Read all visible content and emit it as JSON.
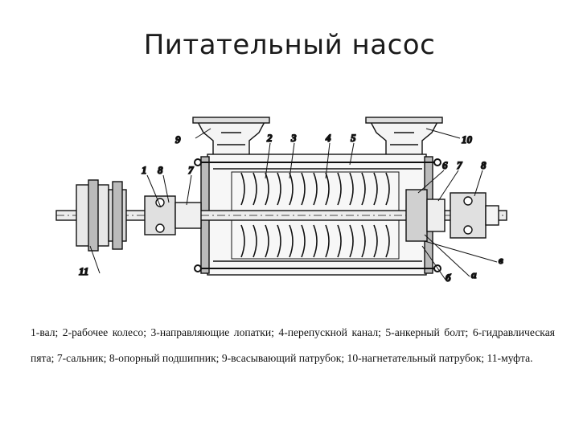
{
  "slide": {
    "title": "Питательный насос"
  },
  "callouts": {
    "n1": "1",
    "n2": "2",
    "n3": "3",
    "n4": "4",
    "n5": "5",
    "n6": "6",
    "n7a": "7",
    "n7b": "7",
    "n8a": "8",
    "n8b": "8",
    "n9": "9",
    "n10": "10",
    "n11": "11",
    "a": "а",
    "b": "б",
    "v": "в"
  },
  "caption": {
    "text": "1-вал; 2-рабочее колесо; 3-направляющие лопатки; 4-перепускной канал; 5-анкерный болт; 6-гидравлическая пята; 7-сальник; 8-опорный подшипник; 9-всасывающий патрубок; 10-нагнетательный патрубок; 11-муфта."
  }
}
